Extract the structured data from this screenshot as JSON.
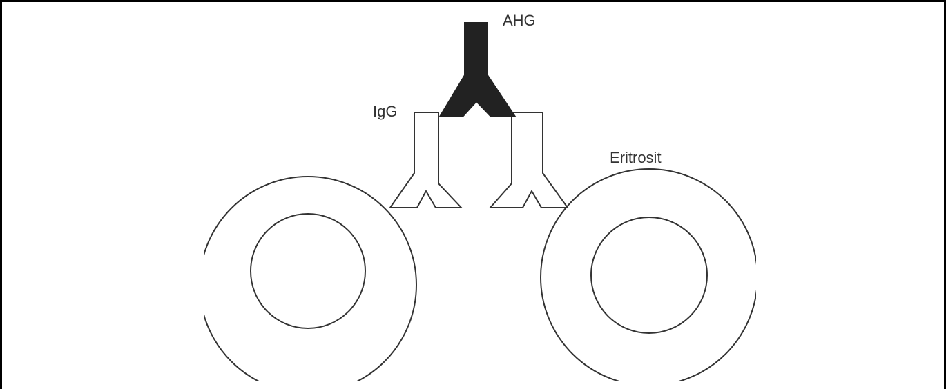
{
  "labels": {
    "ahg": "AHG",
    "igg": "IgG",
    "eritrosit": "Eritrosit"
  },
  "colors": {
    "ahg_fill": "#222222",
    "outline": "#333333",
    "background": "#ffffff"
  }
}
